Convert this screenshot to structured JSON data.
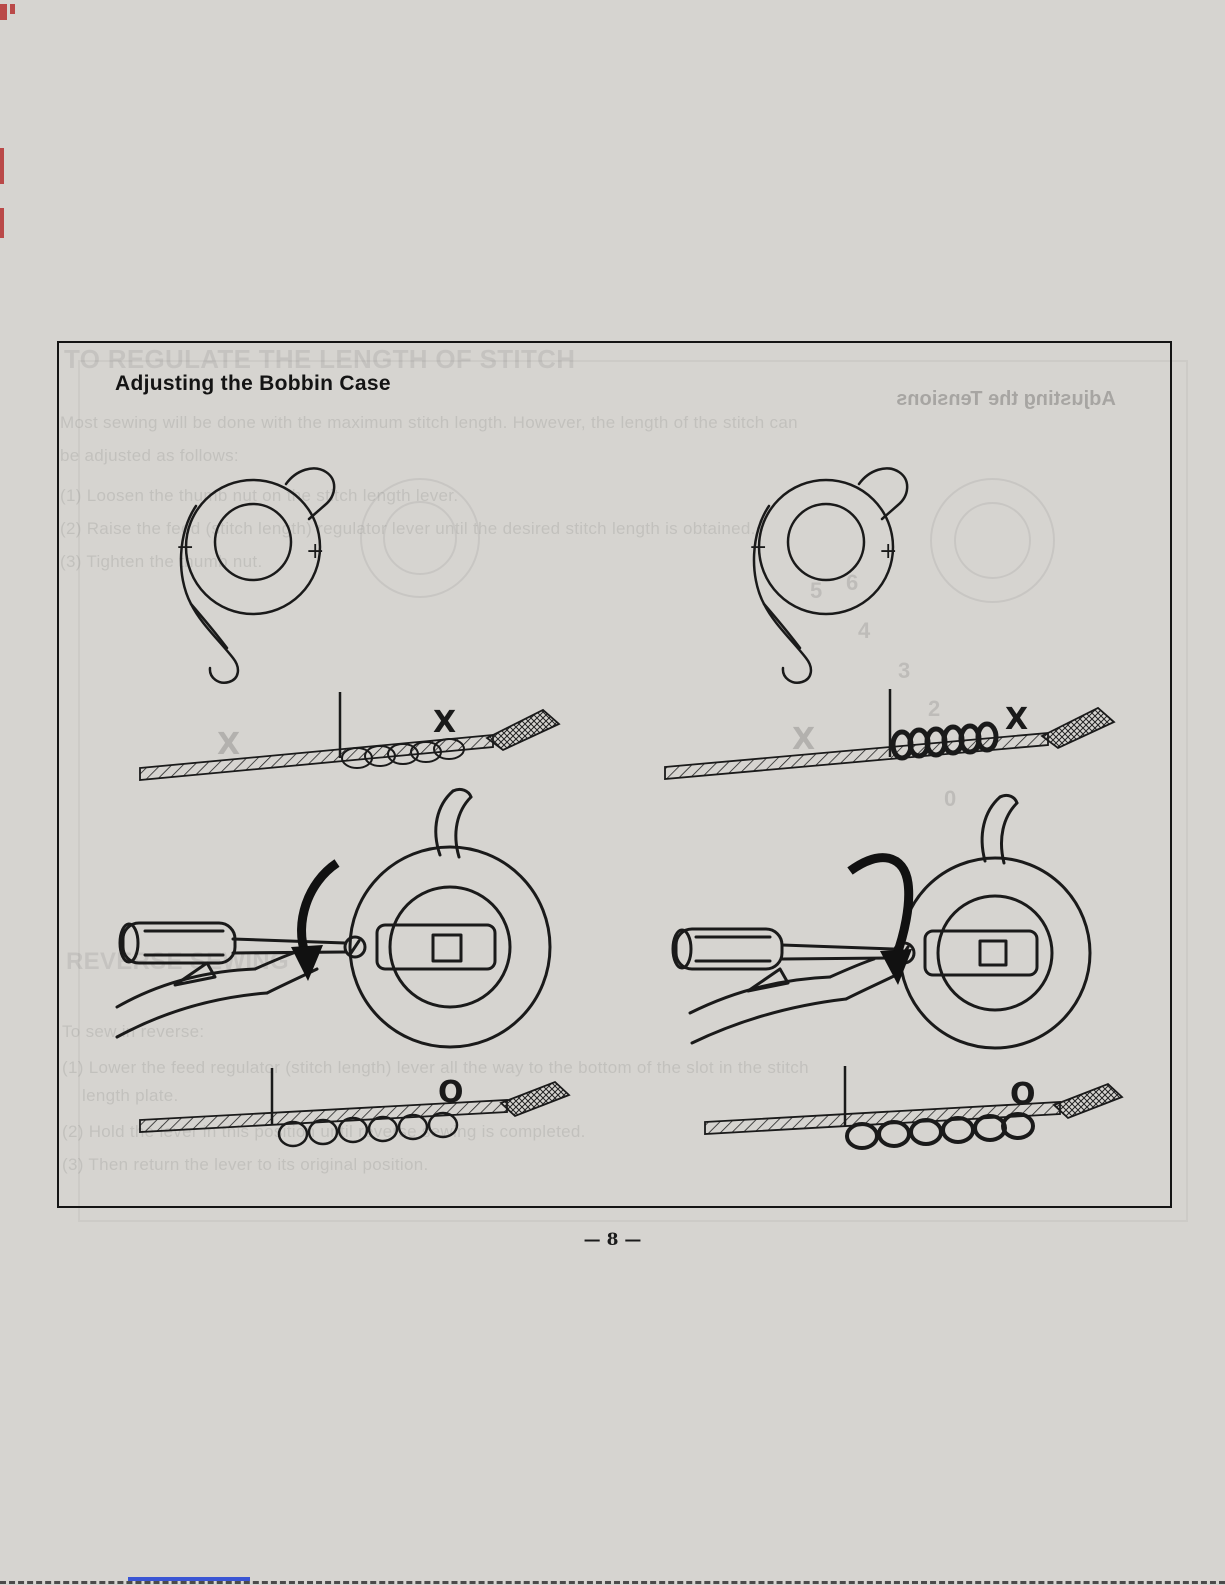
{
  "page": {
    "title": "Adjusting the Bobbin Case",
    "page_number": "— 8 —"
  },
  "marks": {
    "plus": "+",
    "minus": "−",
    "wrong": "X",
    "correct": "O"
  },
  "ghost": {
    "faded_heading": "TO REGULATE THE LENGTH OF STITCH",
    "mirrored_heading": "Adjusting the Tensions",
    "para_lines": [
      "Most sewing will be done with the maximum stitch length. However, the length of the stitch can",
      "be adjusted as follows:",
      "(1) Loosen the thumb nut on the stitch length lever.",
      "(2) Raise the feed (stitch length) regulator lever until the desired stitch length is obtained.",
      "(3) Tighten the thumb nut."
    ],
    "reverse_heading": "REVERSE SEWING",
    "reverse_lines": [
      "To sew in reverse:",
      "(1) Lower the feed regulator (stitch length) lever all the way to the bottom of the slot in the stitch",
      "length plate.",
      "(2) Hold the lever in this position until reverse sewing is completed.",
      "(3) Then return the lever to its original position."
    ],
    "dial_numbers": [
      "5",
      "6",
      "4",
      "3",
      "2",
      "0"
    ]
  }
}
